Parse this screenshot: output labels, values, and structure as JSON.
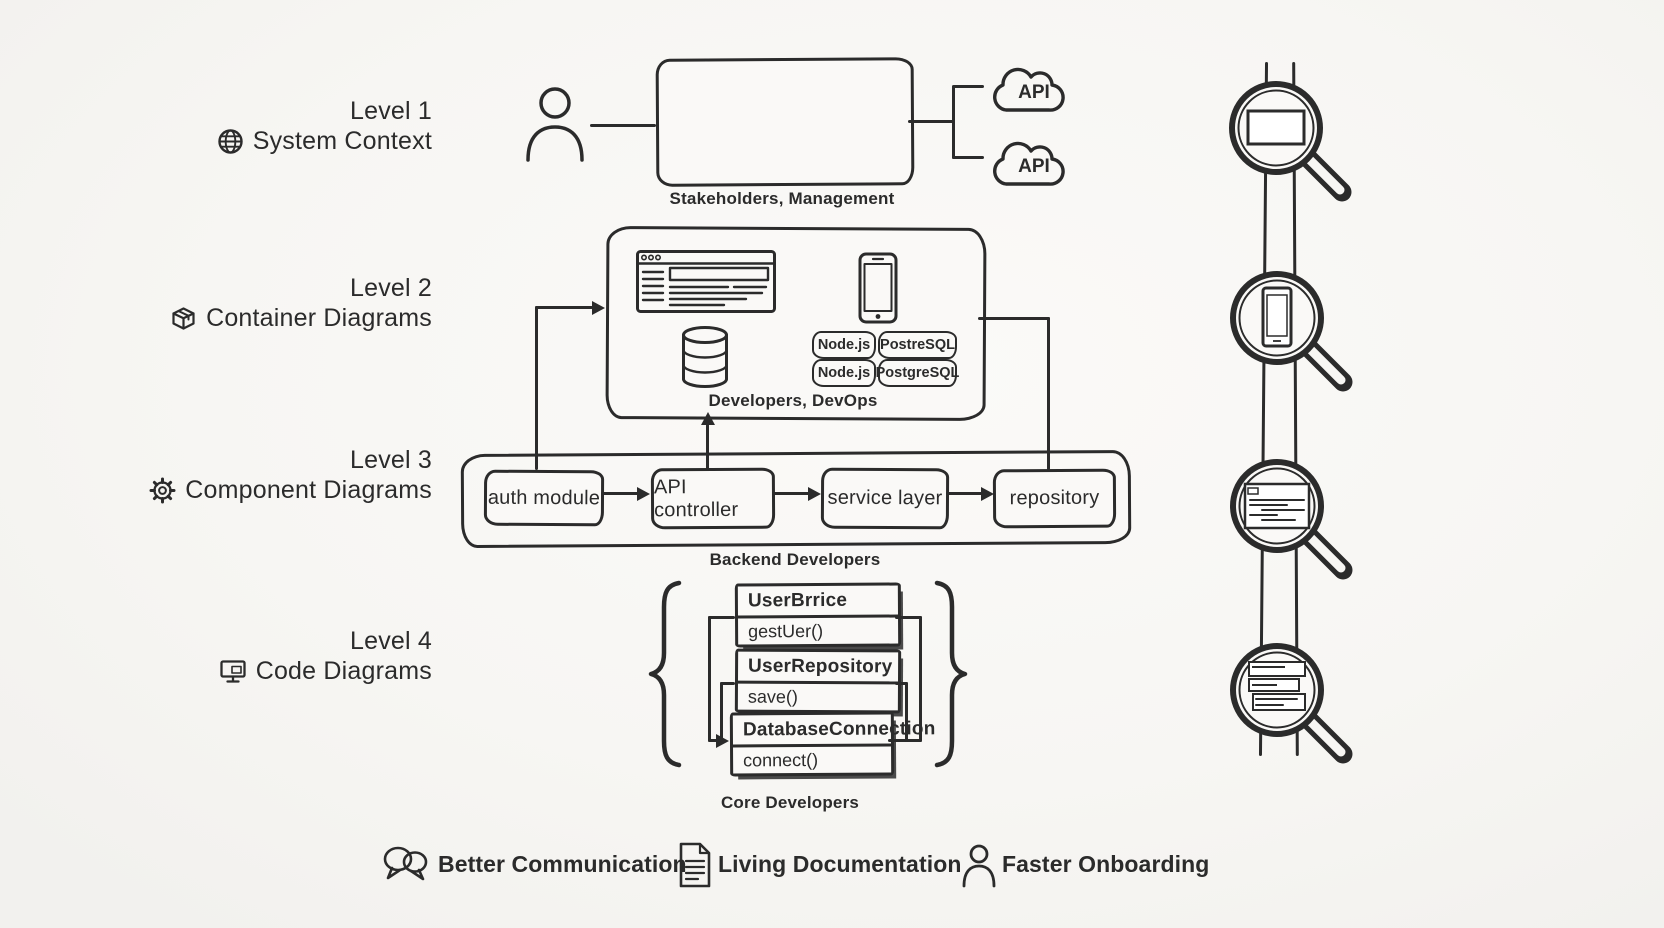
{
  "colors": {
    "ink": "#2b2b2b",
    "paper": "#f7f6f3"
  },
  "levels": [
    {
      "num": "Level 1",
      "name": "System Context",
      "icon": "globe-icon",
      "caption": "Stakeholders, Management"
    },
    {
      "num": "Level 2",
      "name": "Container Diagrams",
      "icon": "package-icon",
      "caption": "Developers, DevOps"
    },
    {
      "num": "Level 3",
      "name": "Component Diagrams",
      "icon": "gear-icon",
      "caption": "Backend Developers"
    },
    {
      "num": "Level 4",
      "name": "Code Diagrams",
      "icon": "monitor-icon",
      "caption": "Core Developers"
    }
  ],
  "level1": {
    "external_systems": [
      "API",
      "API"
    ]
  },
  "level2": {
    "tech_badges": [
      [
        "Node.js",
        "PostreSQL"
      ],
      [
        "Node.js",
        "PostgreSQL"
      ]
    ]
  },
  "level3": {
    "components": [
      "auth module",
      "API controller",
      "service layer",
      "repository"
    ]
  },
  "level4": {
    "classes": [
      {
        "name": "UserBrrice",
        "method": "gestUer()"
      },
      {
        "name": "UserRepository",
        "method": "save()"
      },
      {
        "name": "DatabaseConnection",
        "method": "connect()"
      }
    ]
  },
  "benefits": [
    {
      "icon": "speech-bubbles-icon",
      "label": "Better Communication"
    },
    {
      "icon": "document-icon",
      "label": "Living Documentation"
    },
    {
      "icon": "person-icon",
      "label": "Faster Onboarding"
    }
  ],
  "timeline": {
    "magnifiers": [
      "system-box",
      "mobile-app",
      "component-code",
      "class-code"
    ]
  }
}
